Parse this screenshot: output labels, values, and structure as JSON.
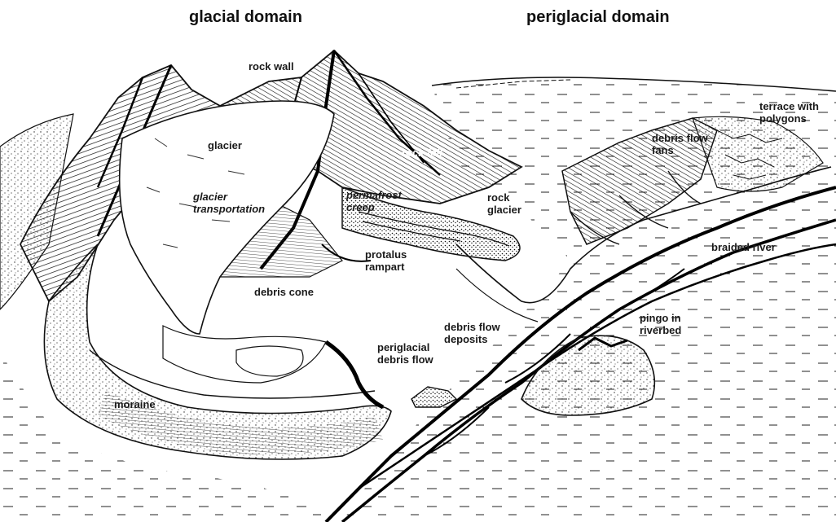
{
  "domains": {
    "glacial": "glacial domain",
    "periglacial": "periglacial domain"
  },
  "labels": {
    "rock_wall": "rock wall",
    "glacier": "glacier",
    "glacier_transportation": "glacier\ntransportation",
    "rock_fall": "rock fall",
    "permafrost_creep": "permafrost\ncreep",
    "rock_glacier": "rock\nglacier",
    "protalus_rampart": "protalus\nrampart",
    "debris_cone": "debris cone",
    "debris_flow_fans": "debris flow\nfans",
    "terrace_with_polygons": "terrace with\npolygons",
    "braided_river": "braided river",
    "pingo_in_riverbed": "pingo in\nriverbed",
    "debris_flow_deposits": "debris flow\ndeposits",
    "periglacial_debris_flow": "periglacial\ndebris flow",
    "moraine": "moraine"
  },
  "colors": {
    "ink": "#111111",
    "paper": "#ffffff"
  }
}
